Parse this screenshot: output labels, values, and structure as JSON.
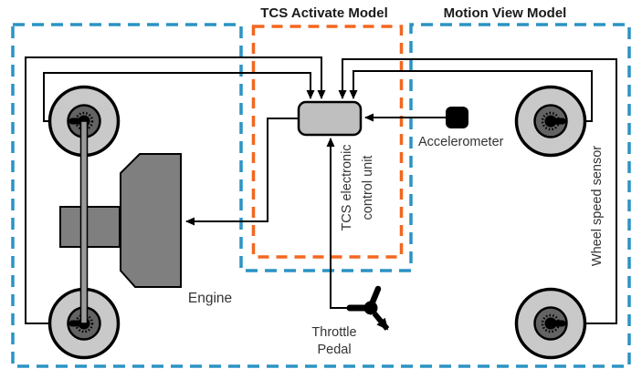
{
  "diagram": {
    "tcs_model_title": "TCS Activate Model",
    "motion_model_title": "Motion View Model",
    "labels": {
      "accelerometer": "Accelerometer",
      "ecu_line1": "TCS electronic",
      "ecu_line2": "control unit",
      "engine": "Engine",
      "throttle_line1": "Throttle",
      "throttle_line2": "Pedal",
      "wheel_speed_sensor": "Wheel speed sensor"
    },
    "colors": {
      "motion_view_border": "#2B93C4",
      "tcs_activate_border": "#F3671F",
      "component_gray": "#7f7f7f",
      "shaft_gray": "#9a9a9a",
      "ecu_fill": "#bfbfbf",
      "wheel_outer": "#c9c9c9",
      "wheel_inner": "#636363",
      "wire_black": "#000000"
    }
  }
}
